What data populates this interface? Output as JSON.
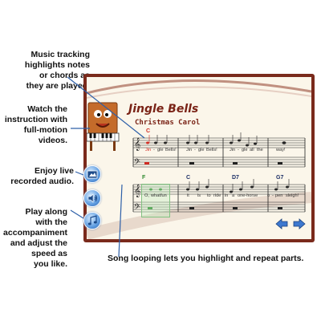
{
  "callouts": {
    "tracking": [
      "Music tracking",
      "highlights notes",
      "or chords as",
      "they are played."
    ],
    "instruction": [
      "Watch the",
      "instruction with",
      "full-motion",
      "videos."
    ],
    "audio": [
      "Enjoy live",
      "recorded audio."
    ],
    "accompaniment": [
      "Play along",
      "with the",
      "accompaniment",
      "and adjust the",
      "speed as",
      "you like."
    ],
    "looping": "Song looping lets you highlight and repeat parts."
  },
  "song": {
    "title": "Jingle Bells",
    "subtitle": "Christmas Carol",
    "line1_chords": [
      "C"
    ],
    "line1_lyrics": [
      "Jin",
      "-",
      "gle",
      "Bells!",
      "Jin",
      "-",
      "gle",
      "Bells!",
      "Jin",
      "-",
      "gle",
      "all",
      "the",
      "way!"
    ],
    "line2_chords": [
      "F",
      "C",
      "D7",
      "G7"
    ],
    "line2_lyrics": [
      "O,",
      "what",
      "fun",
      "it",
      "is",
      "to",
      "ride",
      "in",
      "a",
      "one-horse",
      "o",
      "-",
      "pen",
      "sleigh!"
    ]
  },
  "colors": {
    "frame": "#7a2a1c",
    "title": "#7a2316",
    "highlight_red": "#d02b22",
    "loop_green": "#2f8a2f",
    "chord_blue": "#1d2f66",
    "nav_blue": "#3d78cf"
  },
  "icons": {
    "video": "video-icon",
    "audio": "speaker-icon",
    "accompaniment": "music-notes-icon",
    "back": "back-arrow-icon",
    "forward": "forward-arrow-icon"
  }
}
